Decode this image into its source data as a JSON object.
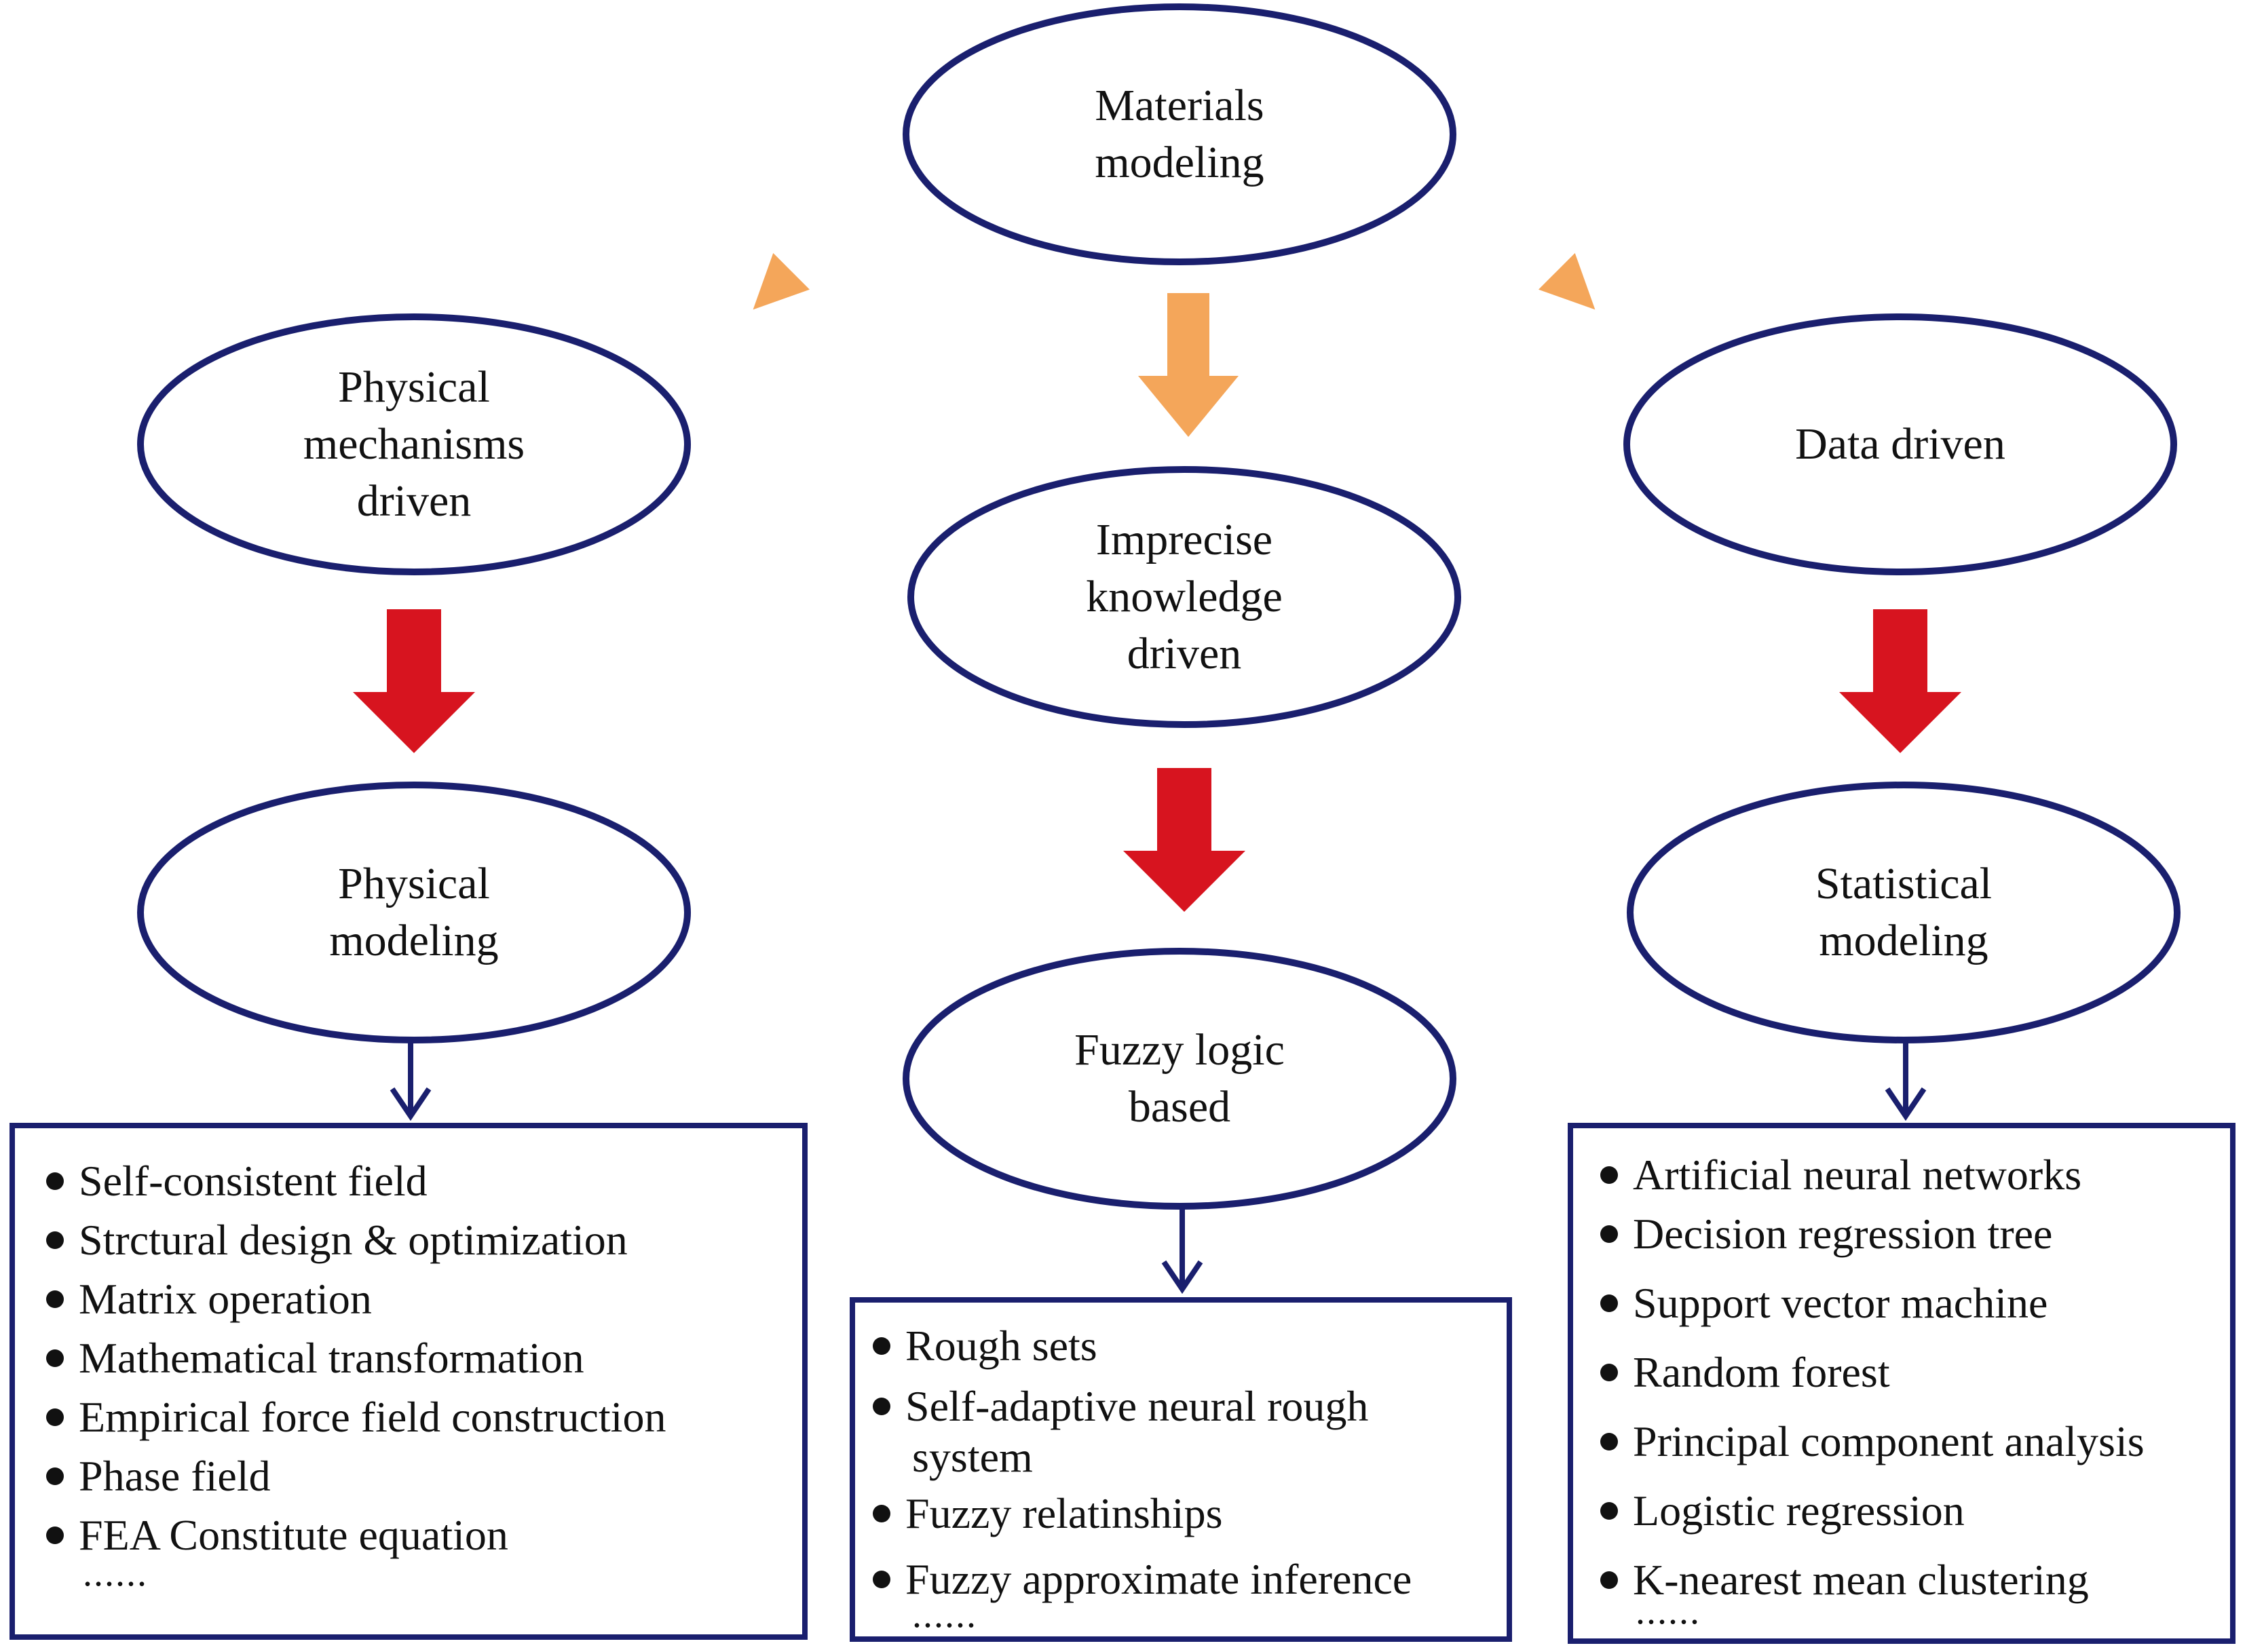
{
  "colors": {
    "ellipse_stroke": "#1a1f6e",
    "connector": "#1a1f6e",
    "orange_arrow": "#f4a65a",
    "red_arrow": "#d7141f"
  },
  "nodes": {
    "root": {
      "lines": [
        "Materials",
        "modeling"
      ]
    },
    "physical_driven": {
      "lines": [
        "Physical",
        "mechanisms",
        "driven"
      ]
    },
    "imprecise_driven": {
      "lines": [
        "Imprecise",
        "knowledge",
        "driven"
      ]
    },
    "data_driven": {
      "lines": [
        "Data driven"
      ]
    },
    "physical_modeling": {
      "lines": [
        "Physical",
        "modeling"
      ]
    },
    "fuzzy_logic": {
      "lines": [
        "Fuzzy logic",
        "based"
      ]
    },
    "statistical_modeling": {
      "lines": [
        "Statistical",
        "modeling"
      ]
    }
  },
  "lists": {
    "physical": {
      "items": [
        "Self-consistent field",
        "Strctural design & optimization",
        "Matrix operation",
        "Mathematical transformation",
        "Empirical force field construction",
        "Phase field",
        "FEA Constitute equation"
      ],
      "more": "......"
    },
    "fuzzy": {
      "items": [
        "Rough sets",
        "Self-adaptive neural rough",
        "system",
        "Fuzzy relatinships",
        "Fuzzy approximate inference"
      ],
      "more": "......"
    },
    "statistical": {
      "items": [
        "Artificial neural networks",
        "Decision regression tree",
        "Support vector machine",
        "Random forest",
        "Principal component analysis",
        "Logistic regression",
        "K-nearest mean clustering"
      ],
      "more": "......"
    }
  }
}
